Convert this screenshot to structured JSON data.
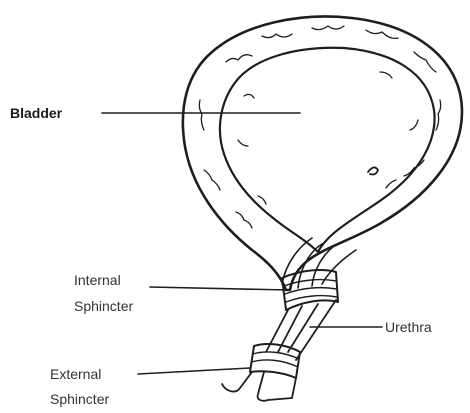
{
  "labels": {
    "bladder": "Bladder",
    "internal_sphincter_line1": "Internal",
    "internal_sphincter_line2": "Sphincter",
    "urethra": "Urethra",
    "external_sphincter_line1": "External",
    "external_sphincter_line2": "Sphincter"
  },
  "colors": {
    "ink": "#1e1e1e",
    "label_text": "#333333",
    "background": "#ffffff"
  }
}
